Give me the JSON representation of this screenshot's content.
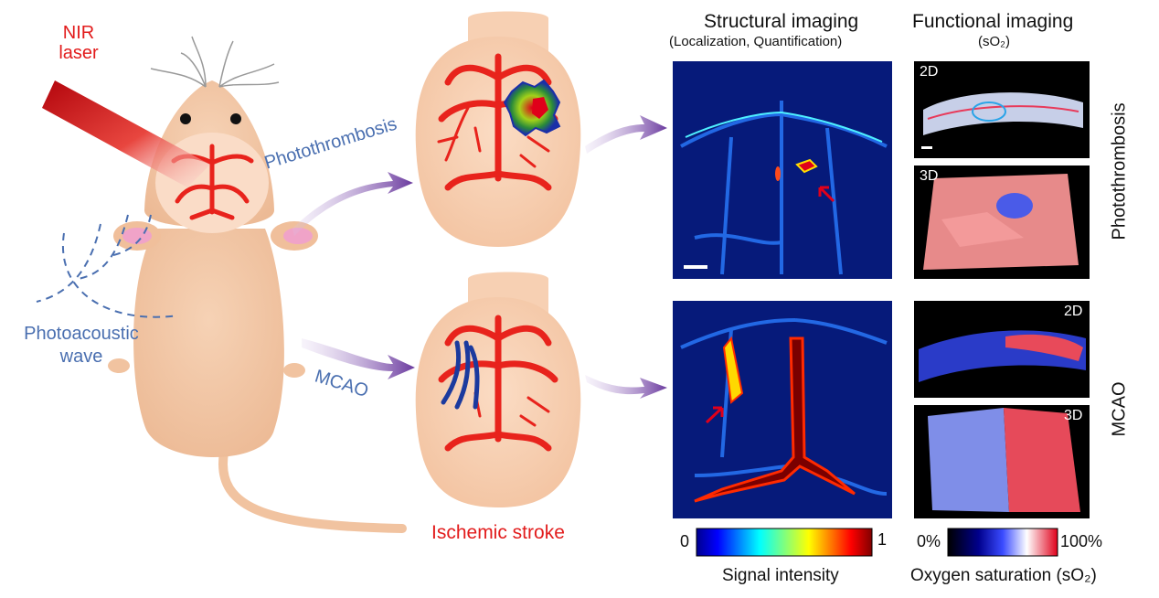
{
  "labels": {
    "nir_laser_line1": "NIR",
    "nir_laser_line2": "laser",
    "photoacoustic_line1": "Photoacoustic",
    "photoacoustic_line2": "wave",
    "photothrombosis_arrow": "Photothrombosis",
    "mcao_arrow": "MCAO",
    "ischemic_stroke": "Ischemic stroke"
  },
  "columns": {
    "structural_title": "Structural imaging",
    "structural_subtitle": "(Localization, Quantification)",
    "functional_title": "Functional imaging",
    "functional_subtitle": "(sO₂)"
  },
  "rows": {
    "row1": "Photothrombosis",
    "row2": "MCAO"
  },
  "panel_tags": {
    "p1_top": "2D",
    "p1_bottom": "3D",
    "p2_top": "2D",
    "p2_bottom": "3D"
  },
  "colorbars": {
    "signal_min": "0",
    "signal_max": "1",
    "signal_label": "Signal intensity",
    "sat_min": "0%",
    "sat_max": "100%",
    "sat_label": "Oxygen saturation (sO₂)"
  },
  "colors": {
    "vessel_red": "#e8231c",
    "label_red": "#e21c1c",
    "label_blue": "#4a6fb0",
    "arrow_purple": "#6a3a9e",
    "skin": "#f2c7a6",
    "brain": "#f7d0b3"
  }
}
